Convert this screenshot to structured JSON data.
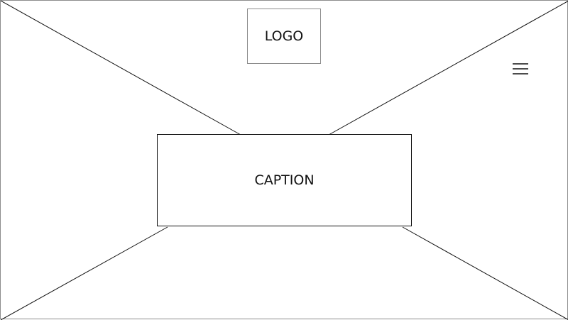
{
  "header": {
    "logo_text": "LOGO"
  },
  "navigation": {
    "menu_icon": "hamburger-menu-icon"
  },
  "hero": {
    "caption_text": "CAPTION",
    "background": "image-placeholder"
  },
  "colors": {
    "background": "#ffffff",
    "stroke": "#111111",
    "frame_border": "#8c8c8c"
  }
}
